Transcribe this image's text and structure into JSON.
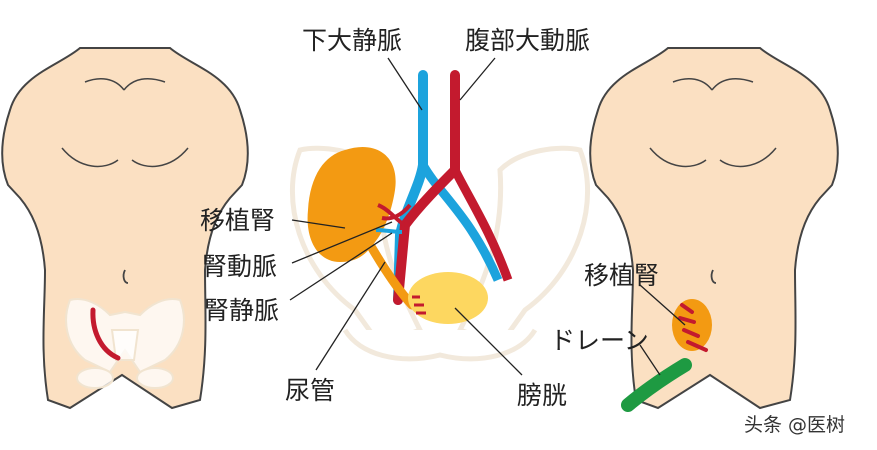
{
  "labels": {
    "ivc": "下大静脈",
    "aorta": "腹部大動脈",
    "graft_kidney_center": "移植腎",
    "renal_artery": "腎動脈",
    "renal_vein": "腎静脈",
    "ureter": "尿管",
    "bladder": "膀胱",
    "graft_kidney_right": "移植腎",
    "drain": "ドレーン"
  },
  "watermark": "头条 @医树",
  "colors": {
    "skin": "#fbe0c2",
    "kidney": "#f39a12",
    "bladder": "#fdd760",
    "artery": "#c31a2e",
    "vein": "#1ca3dd",
    "drain": "#1e9a42",
    "pelvis": "#ffffff"
  }
}
